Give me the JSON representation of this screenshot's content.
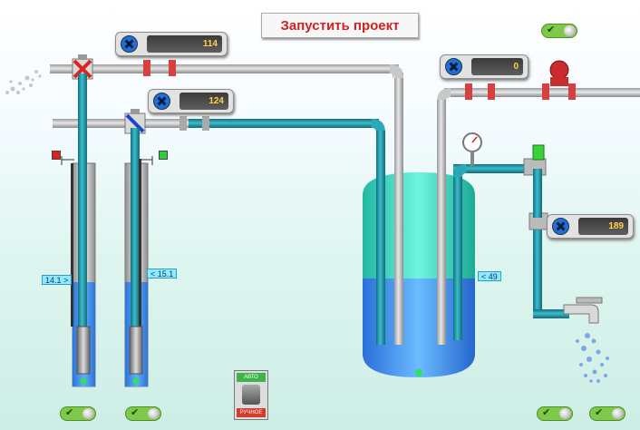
{
  "header": {
    "start_label": "Запустить проект"
  },
  "meters": [
    {
      "id": "m1",
      "value": "114"
    },
    {
      "id": "m2",
      "value": "124"
    },
    {
      "id": "m3",
      "value": "0"
    },
    {
      "id": "m4",
      "value": "189"
    }
  ],
  "levels": {
    "well1": "14.1 >",
    "well2": "< 15.1",
    "tank": "< 49"
  },
  "mode_switch": {
    "auto_label": "АВТО",
    "manual_label": "РУЧНОЕ"
  },
  "colors": {
    "pipe": "#1e95a4",
    "gray_pipe": "#bcbcbc",
    "water": "#4aa0f0",
    "tank_top": "#3ed8c0",
    "flag_red": "#e02020",
    "flag_green": "#2fcc3a"
  }
}
